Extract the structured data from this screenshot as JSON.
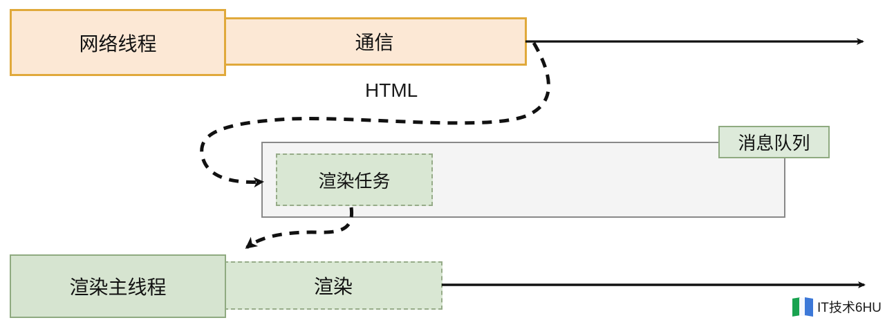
{
  "diagram": {
    "title": "Browser network thread to render thread message queue flow",
    "colors": {
      "orange_fill": "#fce8d5",
      "orange_stroke": "#e0a93b",
      "green_fill": "#d6e4d0",
      "green_dashed_fill": "#d9e7d3",
      "green_stroke": "#8faa80",
      "gray_fill": "#f4f4f4",
      "gray_stroke": "#888888",
      "arrow_color": "#111111"
    },
    "nodes": {
      "network_thread": {
        "label": "网络线程"
      },
      "communicate": {
        "label": "通信"
      },
      "message_queue": {
        "label": "消息队列"
      },
      "render_task": {
        "label": "渲染任务"
      },
      "render_main_thread": {
        "label": "渲染主线程"
      },
      "render": {
        "label": "渲染"
      }
    },
    "edges": {
      "html_flow": {
        "label": "HTML"
      },
      "network_timeline": {
        "label": ""
      },
      "render_timeline": {
        "label": ""
      },
      "task_to_render": {
        "label": ""
      }
    },
    "watermark": {
      "text": "IT技术6HU"
    }
  }
}
